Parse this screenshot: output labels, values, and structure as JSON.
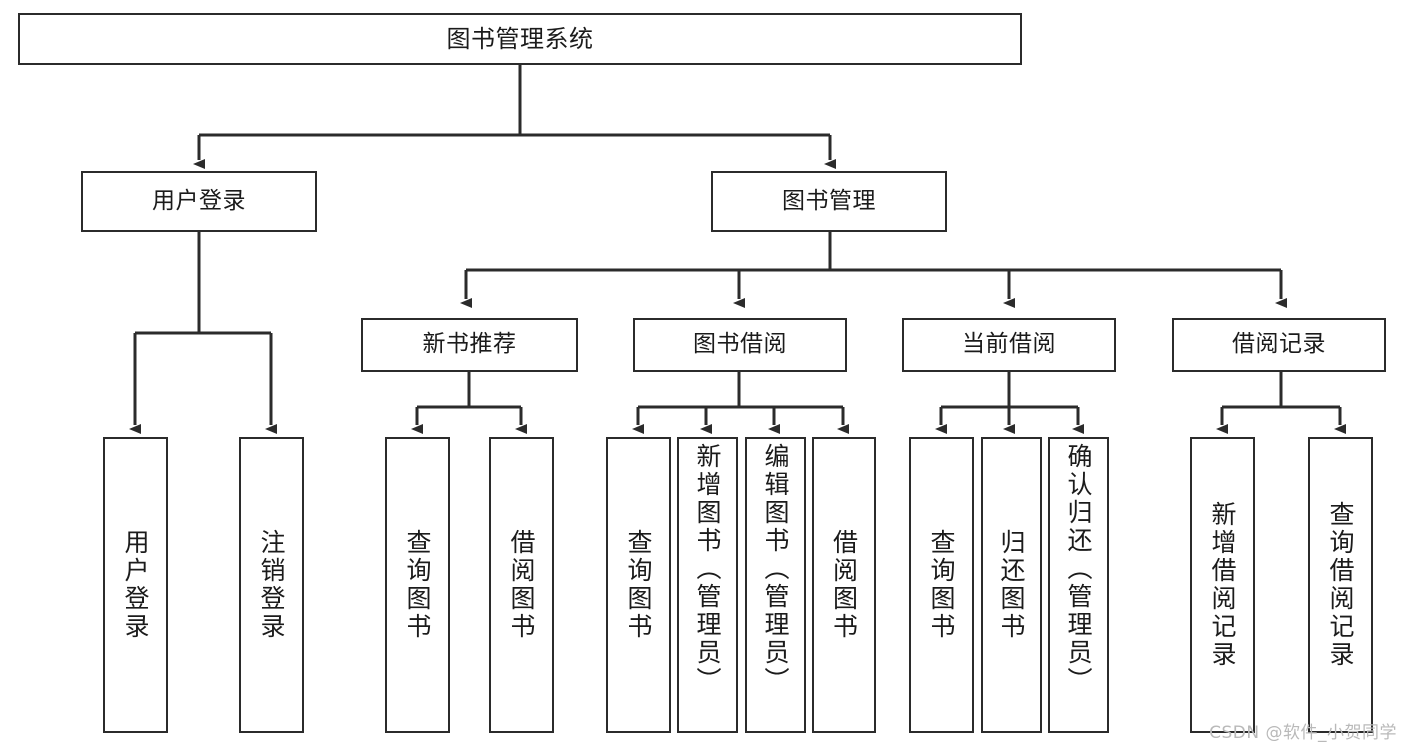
{
  "diagram": {
    "title": "图书管理系统",
    "type": "hierarchy-tree",
    "watermark": "CSDN @软件_小贺同学",
    "colors": {
      "stroke": "#2b2b2b",
      "fill": "#ffffff",
      "text": "#1b1b1b",
      "watermark": "#b9b9b9"
    },
    "root": {
      "label": "图书管理系统"
    },
    "level1": [
      {
        "label": "用户登录"
      },
      {
        "label": "图书管理"
      }
    ],
    "level2": [
      {
        "label": "新书推荐"
      },
      {
        "label": "图书借阅"
      },
      {
        "label": "当前借阅"
      },
      {
        "label": "借阅记录"
      }
    ],
    "leaves": {
      "user_login": [
        {
          "label": "用户登录"
        },
        {
          "label": "注销登录"
        }
      ],
      "new_book_recommend": [
        {
          "label": "查询图书"
        },
        {
          "label": "借阅图书"
        }
      ],
      "book_borrow": [
        {
          "label": "查询图书"
        },
        {
          "label": "新增图书（管理员）"
        },
        {
          "label": "编辑图书（管理员）"
        },
        {
          "label": "借阅图书"
        }
      ],
      "current_borrow": [
        {
          "label": "查询图书"
        },
        {
          "label": "归还图书"
        },
        {
          "label": "确认归还（管理员）"
        }
      ],
      "borrow_record": [
        {
          "label": "新增借阅记录"
        },
        {
          "label": "查询借阅记录"
        }
      ]
    }
  }
}
